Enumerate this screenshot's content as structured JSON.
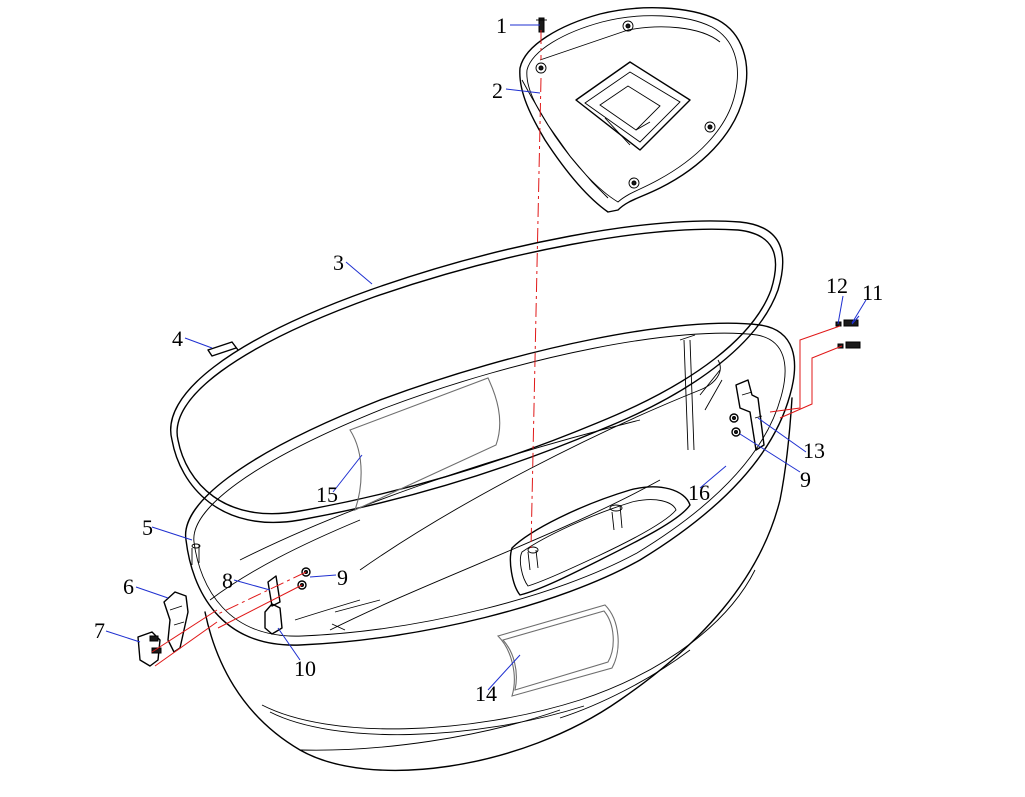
{
  "callouts": [
    {
      "id": "c1",
      "text": "1"
    },
    {
      "id": "c2",
      "text": "2"
    },
    {
      "id": "c3",
      "text": "3"
    },
    {
      "id": "c4",
      "text": "4"
    },
    {
      "id": "c5",
      "text": "5"
    },
    {
      "id": "c6",
      "text": "6"
    },
    {
      "id": "c7",
      "text": "7"
    },
    {
      "id": "c8",
      "text": "8"
    },
    {
      "id": "c9a",
      "text": "9"
    },
    {
      "id": "c9b",
      "text": "9"
    },
    {
      "id": "c10",
      "text": "10"
    },
    {
      "id": "c11",
      "text": "11"
    },
    {
      "id": "c12",
      "text": "12"
    },
    {
      "id": "c13",
      "text": "13"
    },
    {
      "id": "c14",
      "text": "14"
    },
    {
      "id": "c15",
      "text": "15"
    },
    {
      "id": "c16",
      "text": "16"
    }
  ],
  "colors": {
    "leader": "#1e2fd0",
    "assembly_line": "#e01818",
    "part_outline": "#000000",
    "label_plate": "#6e6e6e"
  }
}
